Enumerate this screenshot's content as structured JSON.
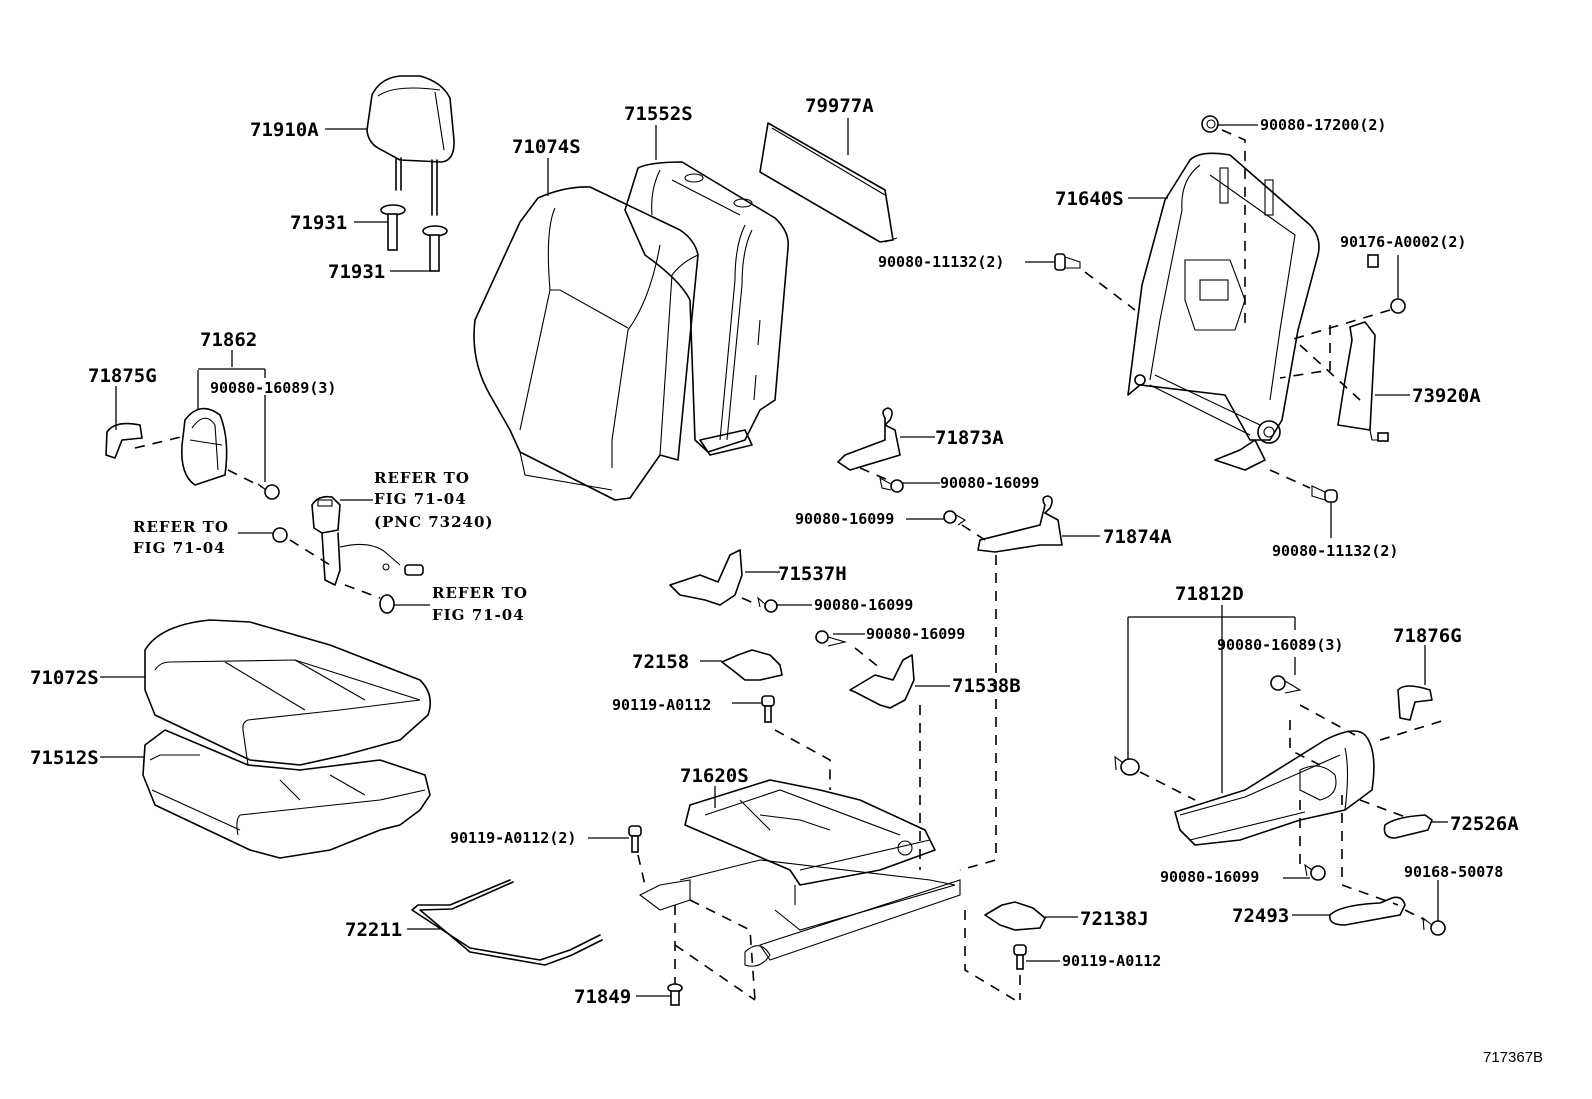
{
  "diagram": {
    "figure_code": "717367B",
    "parts": {
      "headrest": "71910A",
      "headrest_guide_1": "71931",
      "headrest_guide_2": "71931",
      "seatback_cover": "71074S",
      "seatback_pad": "71552S",
      "seatback_board": "79977A",
      "seatback_frame": "71640S",
      "nut_top": "90080-17200(2)",
      "clip_right": "90176-A0002(2)",
      "bolt_frame_left": "90080-11132(2)",
      "bolt_frame_bottom": "90080-11132(2)",
      "airbag_sensor": "73920A",
      "hook_upper": "71873A",
      "screw_hook_upper": "90080-16099",
      "screw_hook_lower": "90080-16099",
      "hook_lower": "71874A",
      "shield_inner_assy": "71862",
      "cover_inner_left": "71875G",
      "screw_inner_shield": "90080-16089(3)",
      "cushion_cover": "71072S",
      "cushion_pad": "71512S",
      "bracket_71537H": "71537H",
      "screw_71537H": "90080-16099",
      "screw_71538B": "90080-16099",
      "bracket_71538B": "71538B",
      "bracket_72158": "72158",
      "bolt_72158": "90119-A0112",
      "seat_adjuster": "71620S",
      "bolt_adjuster": "90119-A0112(2)",
      "adjuster_cable": "72211",
      "clip_71849": "71849",
      "bracket_72138J": "72138J",
      "bolt_72138J": "90119-A0112",
      "shield_outer_assy": "71812D",
      "screw_outer_shield": "90080-16089(3)",
      "cover_outer_right": "71876G",
      "lever_72526A": "72526A",
      "screw_outer_lower": "90080-16099",
      "screw_72493": "90168-50078",
      "lever_72493": "72493"
    },
    "references": {
      "buckle_line1": "REFER TO",
      "buckle_line2": "FIG 71-04",
      "buckle_line3": "(PNC 73240)",
      "bolt_left_line1": "REFER TO",
      "bolt_left_line2": "FIG 71-04",
      "bolt_lower_line1": "REFER TO",
      "bolt_lower_line2": "FIG 71-04"
    }
  }
}
